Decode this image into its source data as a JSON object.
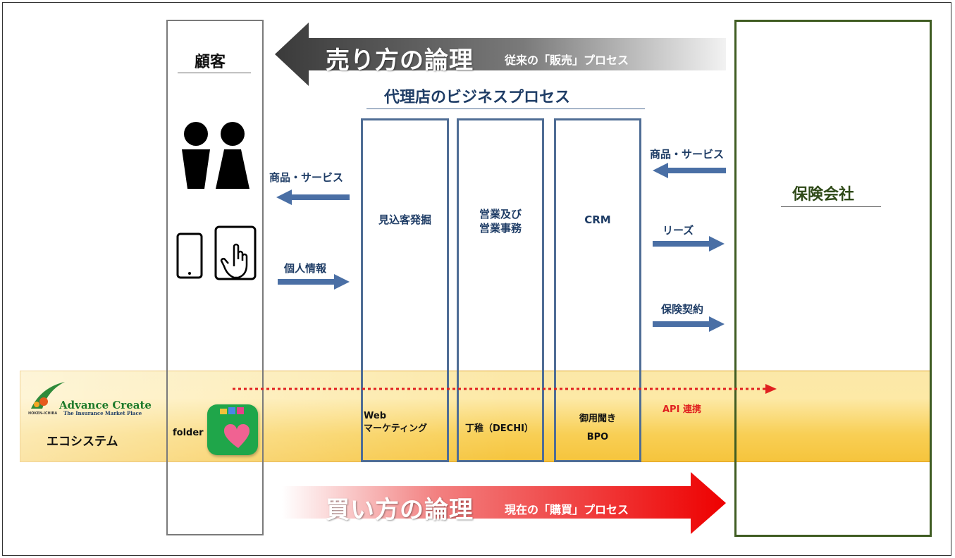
{
  "top_arrow": {
    "title": "売り方の論理",
    "subtitle": "従来の「販売」プロセス"
  },
  "bottom_arrow": {
    "title": "買い方の論理",
    "subtitle": "現在の「購買」プロセス"
  },
  "customer": {
    "title": "顧客"
  },
  "insurer": {
    "title": "保険会社"
  },
  "agency": {
    "title": "代理店のビジネスプロセス",
    "boxes": [
      {
        "label": "見込客発掘",
        "ecosystem_label": "Web\nマーケティング"
      },
      {
        "label": "営業及び\n営業事務",
        "ecosystem_label": "丁稚（DECHI）"
      },
      {
        "label": "CRM",
        "ecosystem_label": "御用聞き",
        "ecosystem_sub": "BPO"
      }
    ]
  },
  "left_flows": {
    "goods": "商品・サービス",
    "personal": "個人情報"
  },
  "right_flows": {
    "goods": "商品・サービス",
    "lease": "リーズ",
    "contract": "保険契約"
  },
  "ecosystem": {
    "logo_text": "Advance Create",
    "logo_tagline": "The Insurance Market Place",
    "logo_small": "HOKEN-ICHIBA",
    "label": "エコシステム",
    "folder_label": "folder",
    "api_label": "API 連携"
  },
  "colors": {
    "customer_border": "#7a7a7a",
    "insurer_border": "#3f5c22",
    "process_border": "#4f6d95",
    "flow_arrow": "#4a6fa5",
    "api_arrow": "#e02020",
    "band": "#f8cf55"
  }
}
